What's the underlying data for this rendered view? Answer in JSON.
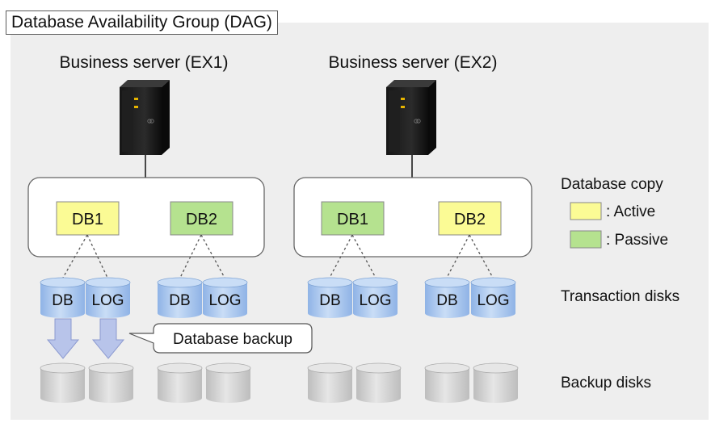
{
  "title": "Database Availability Group (DAG)",
  "servers": [
    {
      "label": "Business server (EX1)",
      "databases": [
        {
          "label": "DB1",
          "state": "active"
        },
        {
          "label": "DB2",
          "state": "passive"
        }
      ]
    },
    {
      "label": "Business server (EX2)",
      "databases": [
        {
          "label": "DB1",
          "state": "passive"
        },
        {
          "label": "DB2",
          "state": "active"
        }
      ]
    }
  ],
  "disk_labels": {
    "db": "DB",
    "log": "LOG"
  },
  "callout": "Database backup",
  "legend": {
    "title": "Database copy",
    "active": ": Active",
    "passive": ": Passive"
  },
  "row_labels": {
    "transaction": "Transaction disks",
    "backup": "Backup disks"
  },
  "colors": {
    "active": "#fbfb95",
    "passive": "#b5e28f",
    "transaction_disk": "#a8c8ef",
    "backup_disk": "#d3d3d3",
    "backup_arrow": "#b8c4ea",
    "group_background": "#eeeeee"
  }
}
